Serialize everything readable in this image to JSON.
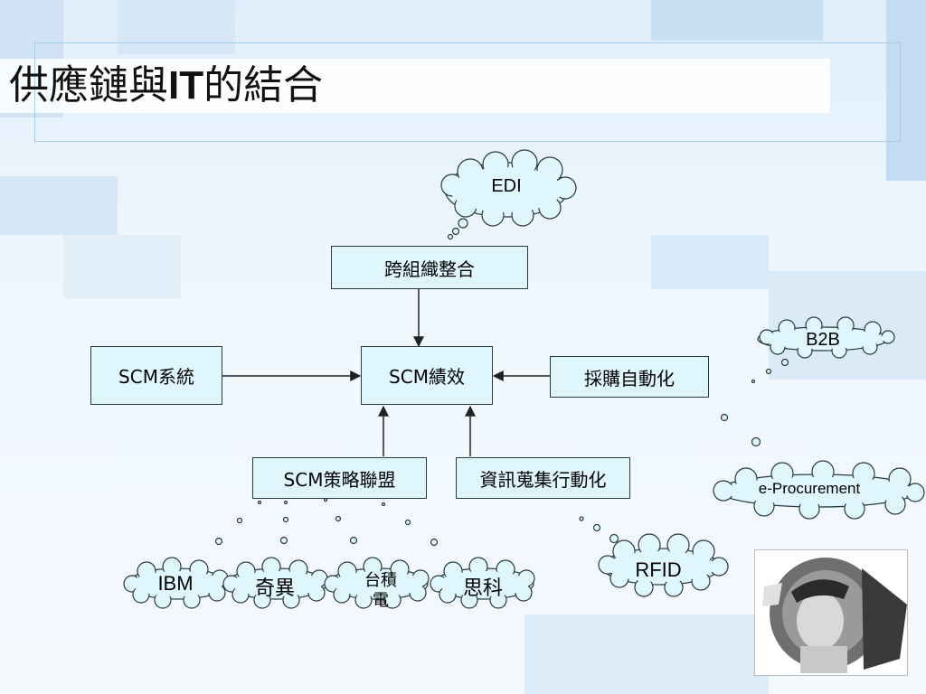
{
  "slide": {
    "title": "供應鏈與IT的結合",
    "title_prefix": "供應鏈與",
    "title_bold": "IT",
    "title_suffix": "的結合"
  },
  "boxes": {
    "cross_org": "跨組織整合",
    "scm_system": "SCM系統",
    "scm_performance": "SCM績效",
    "procurement_automation": "採購自動化",
    "scm_strategic_alliance": "SCM策略聯盟",
    "info_collection_automation": "資訊蒐集行動化"
  },
  "clouds": {
    "edi": "EDI",
    "b2b": "B2B",
    "e_procurement": "e-Procurement",
    "rfid": "RFID",
    "ibm": "IBM",
    "qiyi": "奇異",
    "tsmc_line1": "台積",
    "tsmc_line2": "電",
    "cisco": "思科"
  },
  "colors": {
    "box_fill": "#dff6fc",
    "cloud_fill": "#dff6fc",
    "line": "#222222",
    "frame": "#a9cde8"
  }
}
